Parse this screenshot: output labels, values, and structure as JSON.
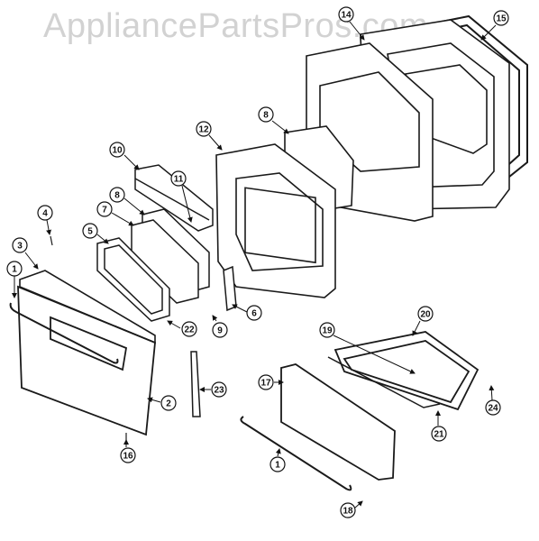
{
  "watermark": "AppliancePartsPros.com",
  "callouts": {
    "c1a": "1",
    "c1b": "1",
    "c2": "2",
    "c3": "3",
    "c4": "4",
    "c5": "5",
    "c6": "6",
    "c7": "7",
    "c8a": "8",
    "c8b": "8",
    "c9": "9",
    "c10": "10",
    "c11": "11",
    "c12": "12",
    "c14": "14",
    "c15": "15",
    "c16": "16",
    "c17": "17",
    "c18": "18",
    "c19": "19",
    "c20": "20",
    "c21": "21",
    "c22": "22",
    "c23": "23",
    "c24": "24"
  }
}
